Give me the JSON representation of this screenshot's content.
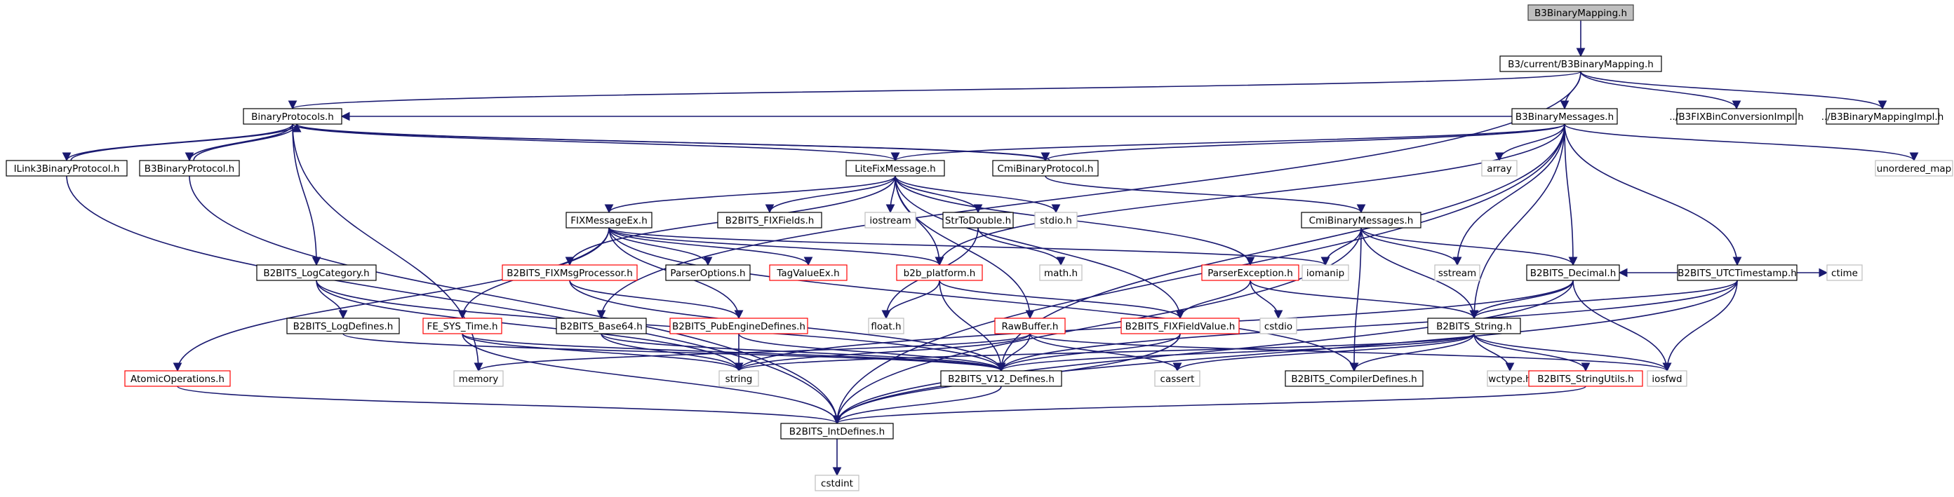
{
  "graph": {
    "nodes": [
      {
        "id": "n_root",
        "label": "B3BinaryMapping.h",
        "kind": "root"
      },
      {
        "id": "n_cur",
        "label": "B3/current/B3BinaryMapping.h",
        "kind": "normal"
      },
      {
        "id": "n_fixbin",
        "label": "../B3FIXBinConversionImpl.h",
        "kind": "normal"
      },
      {
        "id": "n_mapimpl",
        "label": "../B3BinaryMappingImpl.h",
        "kind": "normal"
      },
      {
        "id": "n_binproto",
        "label": "BinaryProtocols.h",
        "kind": "normal"
      },
      {
        "id": "n_b3msgs",
        "label": "B3BinaryMessages.h",
        "kind": "normal"
      },
      {
        "id": "n_ilink",
        "label": "ILink3BinaryProtocol.h",
        "kind": "normal"
      },
      {
        "id": "n_b3proto",
        "label": "B3BinaryProtocol.h",
        "kind": "normal"
      },
      {
        "id": "n_litefix",
        "label": "LiteFixMessage.h",
        "kind": "normal"
      },
      {
        "id": "n_cmiproto",
        "label": "CmiBinaryProtocol.h",
        "kind": "normal"
      },
      {
        "id": "n_array",
        "label": "array",
        "kind": "system"
      },
      {
        "id": "n_umap",
        "label": "unordered_map",
        "kind": "system"
      },
      {
        "id": "n_fixmsgex",
        "label": "FIXMessageEx.h",
        "kind": "normal"
      },
      {
        "id": "n_fixfields",
        "label": "B2BITS_FIXFields.h",
        "kind": "normal"
      },
      {
        "id": "n_iostream",
        "label": "iostream",
        "kind": "system"
      },
      {
        "id": "n_strtod",
        "label": "StrToDouble.h",
        "kind": "normal"
      },
      {
        "id": "n_stdio",
        "label": "stdio.h",
        "kind": "system"
      },
      {
        "id": "n_cmimsgs",
        "label": "CmiBinaryMessages.h",
        "kind": "normal"
      },
      {
        "id": "n_logcat",
        "label": "B2BITS_LogCategory.h",
        "kind": "normal"
      },
      {
        "id": "n_fixmsgproc",
        "label": "B2BITS_FIXMsgProcessor.h",
        "kind": "missing"
      },
      {
        "id": "n_parseropts",
        "label": "ParserOptions.h",
        "kind": "normal"
      },
      {
        "id": "n_tagval",
        "label": "TagValueEx.h",
        "kind": "missing"
      },
      {
        "id": "n_b2bplat",
        "label": "b2b_platform.h",
        "kind": "missing"
      },
      {
        "id": "n_math",
        "label": "math.h",
        "kind": "system"
      },
      {
        "id": "n_parserexc",
        "label": "ParserException.h",
        "kind": "missing"
      },
      {
        "id": "n_iomanip",
        "label": "iomanip",
        "kind": "system"
      },
      {
        "id": "n_sstream",
        "label": "sstream",
        "kind": "system"
      },
      {
        "id": "n_decimal",
        "label": "B2BITS_Decimal.h",
        "kind": "normal"
      },
      {
        "id": "n_utcts",
        "label": "B2BITS_UTCTimestamp.h",
        "kind": "normal"
      },
      {
        "id": "n_ctime",
        "label": "ctime",
        "kind": "system"
      },
      {
        "id": "n_logdef",
        "label": "B2BITS_LogDefines.h",
        "kind": "normal"
      },
      {
        "id": "n_fesys",
        "label": "FE_SYS_Time.h",
        "kind": "missing"
      },
      {
        "id": "n_base64",
        "label": "B2BITS_Base64.h",
        "kind": "normal"
      },
      {
        "id": "n_pubeng",
        "label": "B2BITS_PubEngineDefines.h",
        "kind": "missing"
      },
      {
        "id": "n_float",
        "label": "float.h",
        "kind": "system"
      },
      {
        "id": "n_rawbuf",
        "label": "RawBuffer.h",
        "kind": "missing"
      },
      {
        "id": "n_fixfv",
        "label": "B2BITS_FIXFieldValue.h",
        "kind": "missing"
      },
      {
        "id": "n_cstdio",
        "label": "cstdio",
        "kind": "system"
      },
      {
        "id": "n_string2",
        "label": "B2BITS_String.h",
        "kind": "normal"
      },
      {
        "id": "n_atomic",
        "label": "AtomicOperations.h",
        "kind": "missing"
      },
      {
        "id": "n_memory",
        "label": "memory",
        "kind": "system"
      },
      {
        "id": "n_string",
        "label": "string",
        "kind": "system"
      },
      {
        "id": "n_v12",
        "label": "B2BITS_V12_Defines.h",
        "kind": "normal"
      },
      {
        "id": "n_cassert",
        "label": "cassert",
        "kind": "system"
      },
      {
        "id": "n_compdef",
        "label": "B2BITS_CompilerDefines.h",
        "kind": "normal"
      },
      {
        "id": "n_wctype",
        "label": "wctype.h",
        "kind": "system"
      },
      {
        "id": "n_strutils",
        "label": "B2BITS_StringUtils.h",
        "kind": "missing"
      },
      {
        "id": "n_iosfwd",
        "label": "iosfwd",
        "kind": "system"
      },
      {
        "id": "n_intdef",
        "label": "B2BITS_IntDefines.h",
        "kind": "normal"
      },
      {
        "id": "n_cstdint",
        "label": "cstdint",
        "kind": "system"
      }
    ],
    "edges": [
      [
        "n_root",
        "n_cur"
      ],
      [
        "n_cur",
        "n_fixbin"
      ],
      [
        "n_cur",
        "n_mapimpl"
      ],
      [
        "n_cur",
        "n_binproto"
      ],
      [
        "n_cur",
        "n_b3msgs"
      ],
      [
        "n_cur",
        "n_base64"
      ],
      [
        "n_binproto",
        "n_ilink"
      ],
      [
        "n_binproto",
        "n_b3proto"
      ],
      [
        "n_binproto",
        "n_litefix"
      ],
      [
        "n_binproto",
        "n_cmiproto"
      ],
      [
        "n_binproto",
        "n_logcat"
      ],
      [
        "n_binproto",
        "n_memory"
      ],
      [
        "n_ilink",
        "n_binproto"
      ],
      [
        "n_ilink",
        "n_intdef"
      ],
      [
        "n_b3proto",
        "n_binproto"
      ],
      [
        "n_b3proto",
        "n_intdef"
      ],
      [
        "n_cmiproto",
        "n_binproto"
      ],
      [
        "n_cmiproto",
        "n_cmimsgs"
      ],
      [
        "n_b3msgs",
        "n_binproto"
      ],
      [
        "n_b3msgs",
        "n_litefix"
      ],
      [
        "n_b3msgs",
        "n_cmiproto"
      ],
      [
        "n_b3msgs",
        "n_array"
      ],
      [
        "n_b3msgs",
        "n_umap"
      ],
      [
        "n_b3msgs",
        "n_sstream"
      ],
      [
        "n_b3msgs",
        "n_decimal"
      ],
      [
        "n_b3msgs",
        "n_utcts"
      ],
      [
        "n_b3msgs",
        "n_string2"
      ],
      [
        "n_b3msgs",
        "n_intdef"
      ],
      [
        "n_b3msgs",
        "n_v12"
      ],
      [
        "n_b3msgs",
        "n_b2bplat"
      ],
      [
        "n_litefix",
        "n_fixmsgex"
      ],
      [
        "n_litefix",
        "n_fixfields"
      ],
      [
        "n_litefix",
        "n_iostream"
      ],
      [
        "n_litefix",
        "n_strtod"
      ],
      [
        "n_litefix",
        "n_stdio"
      ],
      [
        "n_litefix",
        "n_fixmsgproc"
      ],
      [
        "n_litefix",
        "n_b2bplat"
      ],
      [
        "n_litefix",
        "n_parserexc"
      ],
      [
        "n_litefix",
        "n_rawbuf"
      ],
      [
        "n_litefix",
        "n_fixfv"
      ],
      [
        "n_fixmsgex",
        "n_parseropts"
      ],
      [
        "n_fixmsgex",
        "n_tagval"
      ],
      [
        "n_fixmsgex",
        "n_b2bplat"
      ],
      [
        "n_fixmsgex",
        "n_fesys"
      ],
      [
        "n_fixmsgex",
        "n_atomic"
      ],
      [
        "n_fixmsgex",
        "n_iomanip"
      ],
      [
        "n_fixmsgex",
        "n_pubeng"
      ],
      [
        "n_fixmsgex",
        "n_compdef"
      ],
      [
        "n_strtod",
        "n_math"
      ],
      [
        "n_strtod",
        "n_float"
      ],
      [
        "n_cmimsgs",
        "n_iomanip"
      ],
      [
        "n_cmimsgs",
        "n_sstream"
      ],
      [
        "n_cmimsgs",
        "n_decimal"
      ],
      [
        "n_cmimsgs",
        "n_string2"
      ],
      [
        "n_cmimsgs",
        "n_compdef"
      ],
      [
        "n_cmimsgs",
        "n_intdef"
      ],
      [
        "n_logcat",
        "n_logdef"
      ],
      [
        "n_logcat",
        "n_string"
      ],
      [
        "n_logcat",
        "n_v12"
      ],
      [
        "n_logdef",
        "n_v12"
      ],
      [
        "n_fixmsgproc",
        "n_pubeng"
      ],
      [
        "n_fixmsgproc",
        "n_v12"
      ],
      [
        "n_pubeng",
        "n_string"
      ],
      [
        "n_pubeng",
        "n_v12"
      ],
      [
        "n_b2bplat",
        "n_float"
      ],
      [
        "n_b2bplat",
        "n_v12"
      ],
      [
        "n_b2bplat",
        "n_fixfv"
      ],
      [
        "n_parserexc",
        "n_cstdio"
      ],
      [
        "n_parserexc",
        "n_string2"
      ],
      [
        "n_parserexc",
        "n_fixfv"
      ],
      [
        "n_decimal",
        "n_string2"
      ],
      [
        "n_decimal",
        "n_iosfwd"
      ],
      [
        "n_decimal",
        "n_intdef"
      ],
      [
        "n_decimal",
        "n_string"
      ],
      [
        "n_utcts",
        "n_ctime"
      ],
      [
        "n_utcts",
        "n_string2"
      ],
      [
        "n_utcts",
        "n_iosfwd"
      ],
      [
        "n_utcts",
        "n_intdef"
      ],
      [
        "n_utcts",
        "n_v12"
      ],
      [
        "n_utcts",
        "n_decimal"
      ],
      [
        "n_fesys",
        "n_string"
      ],
      [
        "n_fesys",
        "n_intdef"
      ],
      [
        "n_fesys",
        "n_v12"
      ],
      [
        "n_base64",
        "n_string"
      ],
      [
        "n_base64",
        "n_v12"
      ],
      [
        "n_rawbuf",
        "n_memory"
      ],
      [
        "n_rawbuf",
        "n_string"
      ],
      [
        "n_rawbuf",
        "n_cassert"
      ],
      [
        "n_rawbuf",
        "n_v12"
      ],
      [
        "n_rawbuf",
        "n_iosfwd"
      ],
      [
        "n_fixfv",
        "n_intdef"
      ],
      [
        "n_fixfv",
        "n_v12"
      ],
      [
        "n_string2",
        "n_string"
      ],
      [
        "n_string2",
        "n_cassert"
      ],
      [
        "n_string2",
        "n_compdef"
      ],
      [
        "n_string2",
        "n_wctype"
      ],
      [
        "n_string2",
        "n_strutils"
      ],
      [
        "n_string2",
        "n_iosfwd"
      ],
      [
        "n_string2",
        "n_v12"
      ],
      [
        "n_strutils",
        "n_intdef"
      ],
      [
        "n_atomic",
        "n_intdef"
      ],
      [
        "n_v12",
        "n_intdef"
      ],
      [
        "n_intdef",
        "n_cstdint"
      ]
    ]
  }
}
